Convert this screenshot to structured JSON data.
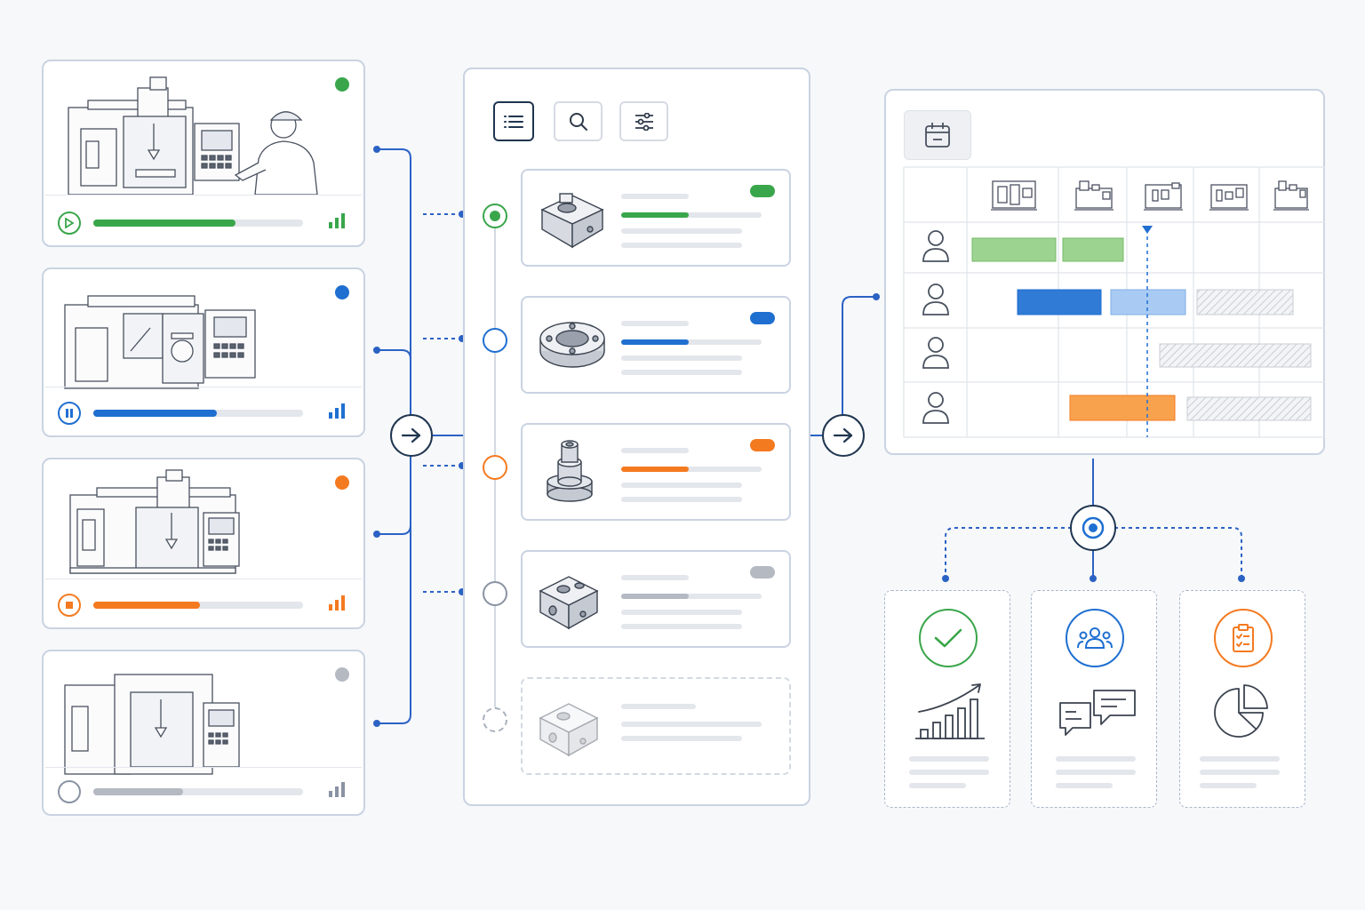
{
  "colors": {
    "running": "#3aa64b",
    "paused": "#1f6fd1",
    "stopped": "#f47a20",
    "idle": "#b4b9c2",
    "connector": "#2b62c4",
    "navy": "#1f3550",
    "outline": "#c9d3e2"
  },
  "machines": [
    {
      "status": "running",
      "control_icon": "play-icon",
      "progress": 0.68,
      "signal_icon": "signal-bars-icon"
    },
    {
      "status": "paused",
      "control_icon": "pause-icon",
      "progress": 0.59,
      "signal_icon": "signal-bars-icon"
    },
    {
      "status": "stopped",
      "control_icon": "stop-icon",
      "progress": 0.51,
      "signal_icon": "signal-bars-icon"
    },
    {
      "status": "idle",
      "control_icon": "idle-circle-icon",
      "progress": 0.43,
      "signal_icon": "signal-bars-icon"
    }
  ],
  "queue": {
    "toolbar": [
      "list-icon",
      "search-icon",
      "sliders-icon"
    ],
    "jobs": [
      {
        "part_icon": "bracket-part-icon",
        "status": "running",
        "progress": 0.48
      },
      {
        "part_icon": "flange-part-icon",
        "status": "paused",
        "progress": 0.48
      },
      {
        "part_icon": "shaft-part-icon",
        "status": "stopped",
        "progress": 0.48
      },
      {
        "part_icon": "block-part-icon",
        "status": "idle",
        "progress": 0.48
      },
      {
        "part_icon": "block-part-icon",
        "status": "pending",
        "progress": 0
      }
    ]
  },
  "schedule": {
    "header_icon": "calendar-icon",
    "machine_columns": [
      "machine-icon",
      "machine-icon",
      "machine-icon",
      "machine-icon",
      "machine-icon"
    ],
    "operator_rows": [
      "user-icon",
      "user-icon",
      "user-icon",
      "user-icon"
    ],
    "now_marker": "now-marker"
  },
  "outcomes": [
    {
      "icon": "check-icon",
      "visual": "trend-chart-icon",
      "color": "#3aa64b"
    },
    {
      "icon": "team-icon",
      "visual": "chat-bubbles-icon",
      "color": "#1f6fd1"
    },
    {
      "icon": "clipboard-icon",
      "visual": "pie-chart-icon",
      "color": "#f47a20"
    }
  ]
}
